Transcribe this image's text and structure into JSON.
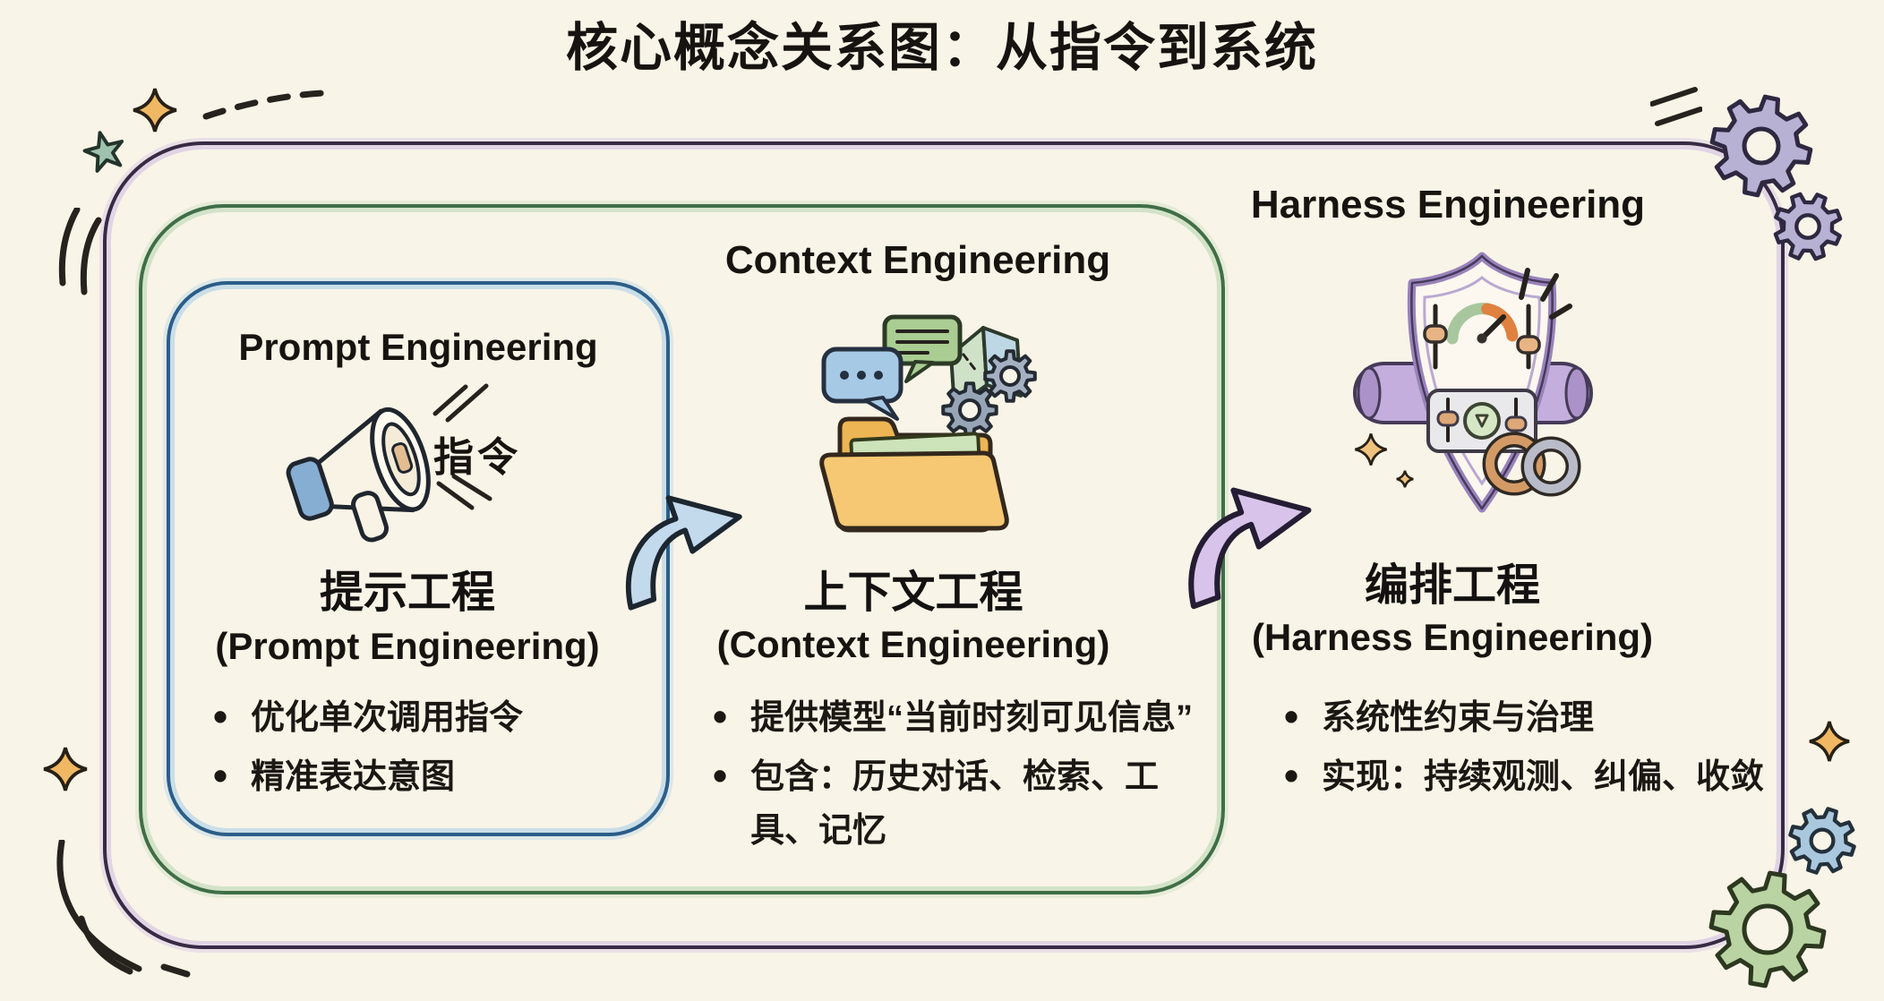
{
  "title": "核心概念关系图：从指令到系统",
  "palette": {
    "bg": "#f8f4e7",
    "ink": "#201c18",
    "outer-border": "#372a45",
    "outer-glow": "#cdb9e4",
    "green-border": "#3f6e47",
    "green-glow": "#b5d6ae",
    "blue-border": "#2b5d89",
    "blue-glow": "#aacfe9",
    "arrow-blue": "#c3d9ec",
    "arrow-purple": "#d8c4ea",
    "star-orange": "#f0b863",
    "star-teal": "#9fc2ae",
    "gear-periwinkle": "#b7b1d4",
    "gear-blue": "#a9c8de",
    "gear-green": "#b9d3a2"
  },
  "sections": {
    "prompt": {
      "heading": "Prompt Engineering",
      "megaphone_label": "指令",
      "zh_title": "提示工程",
      "en_title": "(Prompt Engineering)",
      "bullets": [
        "优化单次调用指令",
        "精准表达意图"
      ]
    },
    "context": {
      "heading": "Context Engineering",
      "zh_title": "上下文工程",
      "en_title": "(Context Engineering)",
      "bullets": [
        "提供模型“当前时刻可见信息”",
        "包含：历史对话、检索、工具、记忆"
      ]
    },
    "harness": {
      "heading": "Harness Engineering",
      "zh_title": "编排工程",
      "en_title": "(Harness Engineering)",
      "bullets": [
        "系统性约束与治理",
        "实现：持续观测、纠偏、收敛"
      ]
    }
  }
}
